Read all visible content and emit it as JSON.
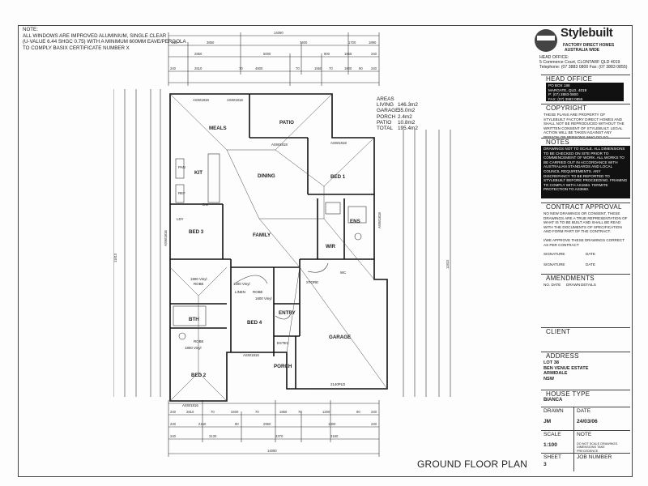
{
  "note": {
    "lines": [
      "NOTE:",
      "ALL WINDOWS ARE IMPROVED ALUMINIUM, SINGLE CLEAR",
      "(U-VALUE 6.44 SHGC 0.75) WITH A MINIMUM 600mm EAVE/PERGOLA",
      "TO COMPLY BASIX CERTIFICATE NUMBER X"
    ]
  },
  "areas": {
    "heading": "AREAS",
    "items": [
      {
        "label": "LIVING",
        "value": "146.3m2"
      },
      {
        "label": "GARAGE",
        "value": "35.0m2"
      },
      {
        "label": "PORCH",
        "value": "2.4m2"
      },
      {
        "label": "PATIO",
        "value": "10.8m2"
      },
      {
        "label": "TOTAL",
        "value": "195.4m2"
      }
    ]
  },
  "rooms": {
    "meals": "MEALS",
    "patio": "PATIO",
    "dining": "DINING",
    "bed1": "BED 1",
    "kit": "KIT",
    "bed3": "BED 3",
    "family": "FAMILY",
    "wir": "WIR",
    "ens": "ENS",
    "bed4": "BED 4",
    "entry": "ENTRY",
    "garage": "GARAGE",
    "bed2": "BED 2",
    "bth": "BTH",
    "porch": "PORCH",
    "linen": "LINEN",
    "robe": "ROBE",
    "store": "STORE",
    "pan": "PAN",
    "dw": "DW",
    "ref": "REF",
    "ldy": "LDY",
    "wc": "WC"
  },
  "window_labels": [
    "ASW1818",
    "ASW1818",
    "ASW1818",
    "ASW1818",
    "ASW1816",
    "ASW1816",
    "ASW1816",
    "ASW1818",
    "2140PLD",
    "ESTEC"
  ],
  "dimensions": {
    "top_overall": "14090",
    "top_row1": [
      "410",
      "3850",
      "7400",
      "1700",
      "1890"
    ],
    "top_row2": [
      "2850",
      "5000",
      "900",
      "1855",
      "240"
    ],
    "top_row3": [
      "240",
      "2510",
      "70",
      "4800",
      "70",
      "1550",
      "70",
      "1800",
      "90",
      "240"
    ],
    "bottom_row1": [
      "240",
      "2810",
      "70",
      "3400",
      "70",
      "1850",
      "70",
      "1200",
      "90",
      "240"
    ],
    "bottom_row2": [
      "240",
      "2150",
      "90",
      "2950",
      "1900",
      "240"
    ],
    "bottom_row3": [
      "240",
      "3130",
      "3370",
      "3160"
    ],
    "bottom_overall": "14090",
    "left_overall": "11810",
    "right_overall": "11810",
    "widths": [
      "1800 Vinyl",
      "1200 Vinyl",
      "1600 Vinyl",
      "1800 Vinyl"
    ]
  },
  "title_block": {
    "brand": "Stylebuilt",
    "tagline1": "FACTORY DIRECT HOMES",
    "tagline2": "AUSTRALIA WIDE",
    "head_office_lines": [
      "HEAD OFFICE:",
      "5 Commerce Court,  CLONTARF  QLD 4019",
      "Telephone: (07 3883 0800     Fax: (07 3883 0855)"
    ],
    "sections": {
      "head_office": "HEAD OFFICE",
      "head_office_body": [
        "PO BOX 188",
        "MARGATE, QLD, 4019",
        "P: (07) 3883 0800",
        "FAX: (07) 3883 0855"
      ],
      "copyright": "COPYRIGHT",
      "copyright_body": "THESE PLANS ARE PROPERTY OF STYLEBUILT FACTORY DIRECT HOMES AND SHALL NOT BE REPRODUCED WITHOUT THE WRITTEN CONSENT OF STYLEBUILT. LEGAL ACTION WILL BE TAKEN AGAINST ANY PERSON OR PERSONS WHO DO SO.",
      "notes": "NOTES",
      "notes_body": "DRAWINGS NOT TO SCALE. ALL DIMENSIONS TO BE CHECKED ON SITE PRIOR TO COMMENCEMENT OF WORK. ALL WORKS TO BE CARRIED OUT IN ACCORDANCE WITH AUSTRALIAN STANDARDS AND LOCAL COUNCIL REQUIREMENTS. ANY DISCREPANCY TO BE REPORTED TO STYLEBUILT BEFORE PROCEEDING. FRAMING TO COMPLY WITH AS1684. TERMITE PROTECTION TO AS3660.",
      "contract_approval": "CONTRACT APPROVAL",
      "contract_body": "NO NEW DRAWINGS OR CONSENT, THESE DRAWINGS ARE A TRUE REPRESENTATION OF WHAT IS TO BE BUILT AND SHALL BE READ WITH THE DOCUMENTS OF SPECIFICATION AND FORM PART OF THE CONTRACT.",
      "contract_body2": "I/WE APPROVE THESE DRAWINGS CORRECT AS PER CONTRACT",
      "signature": "SIGNATURE",
      "date": "DATE",
      "amendments": "AMENDMENTS",
      "am_cols": [
        "NO.   DATE",
        "DRAWN",
        "DETAILS"
      ],
      "client": "CLIENT",
      "address": "ADDRESS",
      "address_lines": [
        "LOT 38",
        "BEN VENUE ESTATE",
        "ARMIDALE",
        "NSW"
      ],
      "house_type": "HOUSE TYPE",
      "house_type_value": "BIANCA",
      "drawn": "DRAWN",
      "drawn_value": "JM",
      "date_label": "DATE",
      "date_value": "24/03/06",
      "scale": "SCALE",
      "scale_value": "1:100",
      "note": "NOTE",
      "note_value": "DO NOT SCALE DRAWINGS. DIMENSIONS TAKE PRECEDENCE",
      "sheet": "SHEET",
      "sheet_value": "3",
      "job_number": "JOB NUMBER"
    }
  },
  "drawing_title": "GROUND FLOOR PLAN"
}
